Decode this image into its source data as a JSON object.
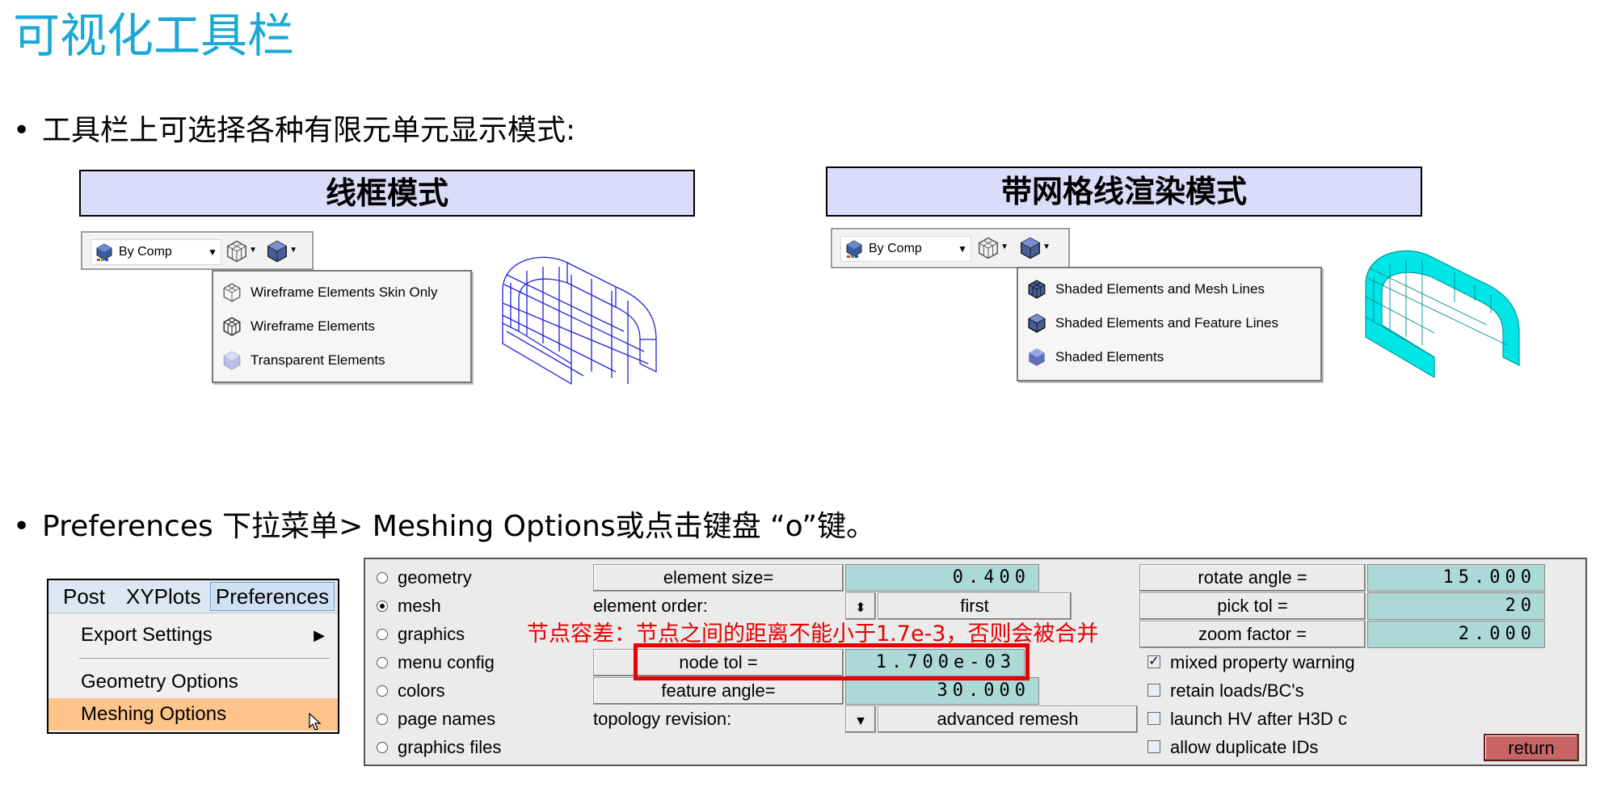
{
  "slide_title": "可视化工具栏",
  "bullets": {
    "b1": "工具栏上可选择各种有限元单元显示模式:",
    "b2": "Preferences 下拉菜单> Meshing Options或点击键盘 “o”键。",
    "marker": "•"
  },
  "left_group": {
    "caption": "线框模式",
    "toolbar": {
      "combo_label": "By Comp"
    },
    "menu_items": [
      "Wireframe Elements Skin Only",
      "Wireframe Elements",
      "Transparent Elements"
    ]
  },
  "right_group": {
    "caption": "带网格线渲染模式",
    "toolbar": {
      "combo_label": "By Comp"
    },
    "menu_items": [
      "Shaded Elements and Mesh Lines",
      "Shaded Elements and Feature Lines",
      "Shaded Elements"
    ]
  },
  "preferences_menu": {
    "menubar": [
      "Post",
      "XYPlots",
      "Preferences"
    ],
    "items": [
      "Export Settings",
      "Geometry Options",
      "Meshing Options"
    ]
  },
  "mesh_panel": {
    "radios": [
      "geometry",
      "mesh",
      "graphics",
      "menu config",
      "colors",
      "page names",
      "graphics files"
    ],
    "selected_radio": "mesh",
    "element_size_label": "element size=",
    "element_size_value": "0.400",
    "element_order_label": "element order:",
    "element_order_value": "first",
    "node_tol_label": "node tol =",
    "node_tol_value": "1.700e-03",
    "feature_angle_label": "feature angle=",
    "feature_angle_value": "30.000",
    "topology_label": "topology revision:",
    "topology_value": "advanced remesh",
    "rotate_angle_label": "rotate angle =",
    "rotate_angle_value": "15.000",
    "pick_tol_label": "pick tol =",
    "pick_tol_value": "20",
    "zoom_factor_label": "zoom factor =",
    "zoom_factor_value": "2.000",
    "checkboxes": [
      {
        "label": "mixed property warning",
        "checked": true
      },
      {
        "label": "retain loads/BC's",
        "checked": false
      },
      {
        "label": "launch HV after H3D c",
        "checked": false
      },
      {
        "label": "allow duplicate IDs",
        "checked": false
      }
    ],
    "return_label": "return",
    "annotation": "节点容差：节点之间的距离不能小于1.7e-3，否则会被合并"
  },
  "colors": {
    "title": "#1aa8d6",
    "caption_bg": "#dcdcfa",
    "field_bg": "#acd9d8",
    "highlight": "#e60000",
    "meshing_highlight": "#fdc58c",
    "wire_blue": "#2020e0",
    "shaded_cyan": "#00e6e6"
  }
}
